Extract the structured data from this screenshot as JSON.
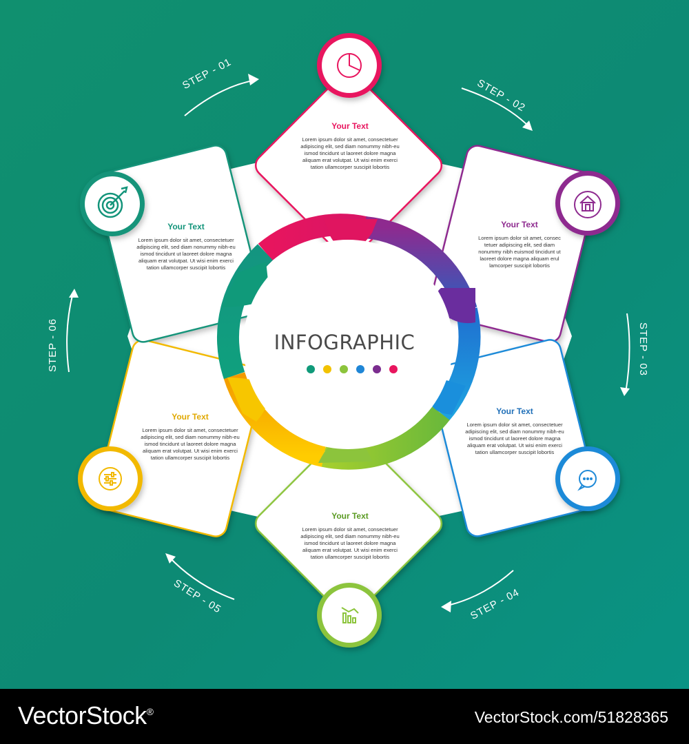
{
  "center": {
    "title": "INFOGRAPHIC",
    "dot_colors": [
      "#109a7a",
      "#f2c200",
      "#8cc43c",
      "#1f86d6",
      "#7b2d8f",
      "#e8155e"
    ]
  },
  "steps": [
    {
      "label": "STEP - 01",
      "color": "#e8155e",
      "icon": "pie-chart-icon",
      "title": "Your Text",
      "lines": [
        "Lorem ipsum dolor sit amet, consectetuer",
        "adipiscing elit, sed diam nonummy nibh-eu",
        "ismod tincidunt ut laoreet dolore magna",
        "aliquam erat volutpat. Ut wisi enim  exerci",
        "tation ullamcorper suscipit lobortis"
      ]
    },
    {
      "label": "STEP - 02",
      "color": "#8e2a8f",
      "icon": "house-icon",
      "title": "Your Text",
      "lines": [
        "Lorem ipsum dolor sit amet, consec",
        "tetuer adipiscing elit, sed diam",
        "nonummy nibh euismod tincidunt ut",
        "laoreet dolore magna aliquam erul",
        "lamcorper suscipit lobortis"
      ]
    },
    {
      "label": "STEP - 03",
      "color": "#1f8ad8",
      "icon": "chat-icon",
      "title": "Your Text",
      "lines": [
        "Lorem ipsum dolor sit amet, consectetuer",
        "adipiscing elit, sed diam nonummy nibh-eu",
        "ismod tincidunt ut laoreet dolore magna",
        "aliquam erat volutpat. Ut wisi enim  exerci",
        "tation ullamcorper suscipit lobortis"
      ]
    },
    {
      "label": "STEP - 04",
      "color": "#8cc43c",
      "icon": "chart-icon",
      "title": "Your Text",
      "lines": [
        "Lorem ipsum dolor sit amet, consectetuer",
        "adipiscing elit, sed diam nonummy nibh-eu",
        "ismod tincidunt ut laoreet dolore magna",
        "aliquam erat volutpat. Ut wisi enim  exerci",
        "tation ullamcorper suscipit lobortis"
      ]
    },
    {
      "label": "STEP - 05",
      "color": "#f2b900",
      "icon": "sliders-icon",
      "title": "Your Text",
      "lines": [
        "Lorem ipsum dolor sit amet, consectetuer",
        "adipiscing elit, sed diam nonummy nibh-eu",
        "ismod tincidunt ut laoreet dolore magna",
        "aliquam erat volutpat. Ut wisi enim  exerci",
        "tation ullamcorper suscipit lobortis"
      ]
    },
    {
      "label": "STEP - 06",
      "color": "#13947a",
      "icon": "target-icon",
      "title": "Your Text",
      "lines": [
        "Lorem ipsum dolor sit amet, consectetuer",
        "adipiscing elit, sed diam nonummy nibh-eu",
        "ismod tincidunt ut laoreet dolore magna",
        "aliquam erat volutpat. Ut wisi enim  exerci",
        "tation ullamcorper suscipit lobortis"
      ]
    }
  ],
  "footer": {
    "brand": "VectorStock",
    "brand_mark": "®",
    "url": "VectorStock.com/51828365"
  }
}
